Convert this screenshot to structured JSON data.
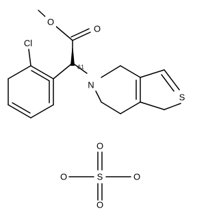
{
  "molecule_1": {
    "atoms": {
      "o_ether": "O",
      "o_carbonyl": "O",
      "cl": "Cl",
      "n": "N",
      "s": "S"
    },
    "stereo_label": "&1"
  },
  "molecule_2": {
    "atoms": {
      "s": "S",
      "o_left": "O",
      "o_right": "O",
      "o_top": "O",
      "o_bottom": "O"
    }
  },
  "colors": {
    "bond": "#000000",
    "background": "#ffffff"
  }
}
